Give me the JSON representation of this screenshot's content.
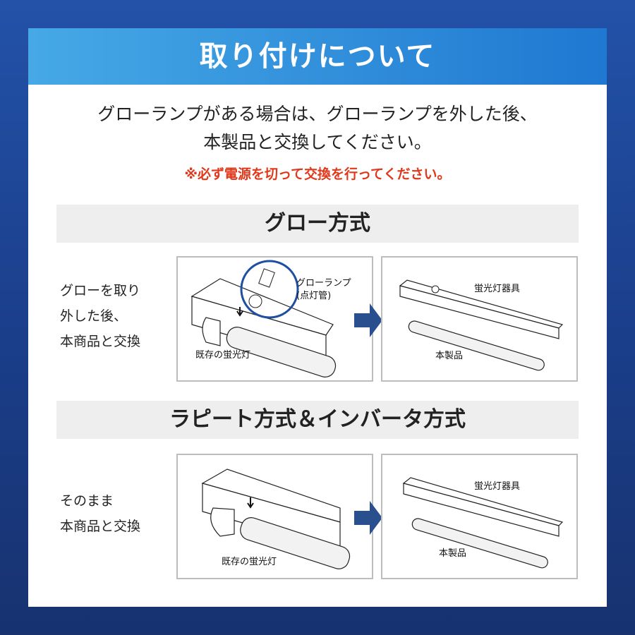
{
  "header": {
    "title": "取り付けについて"
  },
  "intro": {
    "line1": "グローランプがある場合は、グローランプを外した後、",
    "line2": "本製品と交換してください。",
    "warning": "※必ず電源を切って交換を行ってください。"
  },
  "glow": {
    "title": "グロー方式",
    "side_lines": [
      "グローを取り",
      "外した後、",
      "本商品と交換"
    ],
    "left_labels": {
      "glow_lamp": "グローランプ",
      "glow_lamp_sub": "(点灯管)",
      "existing": "既存の蛍光灯"
    },
    "right_labels": {
      "fixture": "蛍光灯器具",
      "product": "本製品"
    }
  },
  "rapid": {
    "title": "ラピート方式＆インバータ方式",
    "side_lines": [
      "そのまま",
      "本商品と交換"
    ],
    "left_labels": {
      "existing": "既存の蛍光灯"
    },
    "right_labels": {
      "fixture": "蛍光灯器具",
      "product": "本製品"
    }
  },
  "colors": {
    "accent": "#1f78d1",
    "warning": "#e0381a",
    "arrow": "#2a4f8f"
  }
}
